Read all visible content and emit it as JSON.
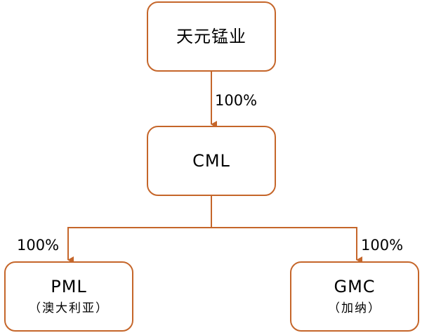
{
  "colors": {
    "accent": "#c5662a",
    "text": "#000000",
    "background": "#ffffff"
  },
  "nodes": {
    "parent": {
      "title": "天元锰业"
    },
    "cml": {
      "title": "CML"
    },
    "pml": {
      "title": "PML",
      "subtitle": "（澳大利亚）"
    },
    "gmc": {
      "title": "GMC",
      "subtitle": "（加纳）"
    }
  },
  "edges": {
    "parent_to_cml": {
      "label": "100%"
    },
    "cml_to_pml": {
      "label": "100%"
    },
    "cml_to_gmc": {
      "label": "100%"
    }
  }
}
